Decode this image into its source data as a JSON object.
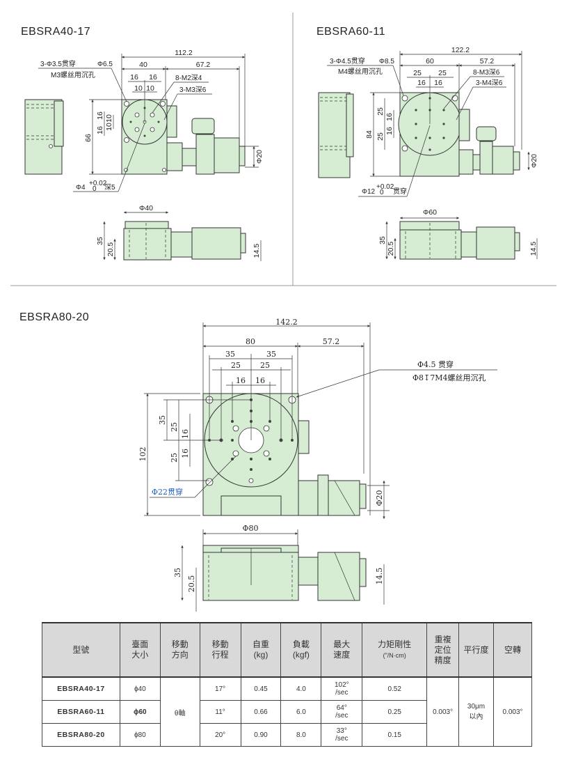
{
  "drawings": [
    {
      "title": "EBSRA40-17",
      "dims": {
        "total": "112.2",
        "width": "40",
        "motor": "67.2",
        "h1": "16",
        "h2": "16",
        "h3": "10",
        "h4": "10",
        "height": "66",
        "v1": "16",
        "v2": "16",
        "v3": "10",
        "v4": "10",
        "shaft": "Φ20",
        "table": "Φ40",
        "side_h": "35",
        "side_h2": "20.5",
        "side_h3": "14.5"
      },
      "notes": {
        "hole1": "3-Φ3.5贯穿",
        "hole1b": "Φ6.5",
        "hole2": "M3螺丝用沉孔",
        "tap1": "8-M2深4",
        "tap2": "3-M3深6",
        "center_a": "Φ4",
        "tol_plus": "+0.02",
        "tol_zero": "0",
        "center_b": "深5"
      }
    },
    {
      "title": "EBSRA60-11",
      "dims": {
        "total": "122.2",
        "width": "60",
        "motor": "57.2",
        "h1": "25",
        "h2": "25",
        "h3": "16",
        "h4": "16",
        "height": "84",
        "v1": "25",
        "v2": "25",
        "v3": "16",
        "v4": "16",
        "shaft": "Φ20",
        "table": "Φ60",
        "side_h": "35",
        "side_h2": "20.5",
        "side_h3": "14.5"
      },
      "notes": {
        "hole1": "3-Φ4.5贯穿",
        "hole1b": "Φ8.5",
        "hole2": "M4螺丝用沉孔",
        "tap1": "8-M3深6",
        "tap2": "3-M4深6",
        "center_a": "Φ12",
        "tol_plus": "+0.02",
        "tol_zero": "0",
        "center_b": "贯穿"
      }
    },
    {
      "title": "EBSRA80-20",
      "dims": {
        "total": "142.2",
        "width": "80",
        "motor": "57.2",
        "h1": "35",
        "h2": "35",
        "h3": "25",
        "h4": "25",
        "h5": "16",
        "h6": "16",
        "height": "102",
        "v1": "35",
        "v2": "25",
        "v3": "16",
        "v4": "16",
        "v5": "25",
        "shaft": "Φ20",
        "table": "Φ80",
        "side_h": "35",
        "side_h2": "20.5",
        "side_h3": "14.5"
      },
      "notes": {
        "hole1": "Φ4.5 贯穿",
        "hole2": "Φ8↧7M4螺丝用沉孔",
        "through": "Φ22贯穿"
      }
    }
  ],
  "colors": {
    "body": "#d6ecd3",
    "header": "#d9d9d9",
    "accent": "#1f5fbf"
  },
  "table": {
    "headers": {
      "model": "型號",
      "size_1": "臺面",
      "size_2": "大小",
      "dir_1": "移動",
      "dir_2": "方向",
      "stroke_1": "移動",
      "stroke_2": "行程",
      "weight_1": "自重",
      "weight_2": "(kg)",
      "load_1": "負載",
      "load_2": "(kgf)",
      "speed_1": "最大",
      "speed_2": "速度",
      "moment_1": "力矩剛性",
      "moment_2": "(\"/N·cm)",
      "repeat_1": "重複",
      "repeat_2": "定位",
      "repeat_3": "精度",
      "parallel": "平行度",
      "backlash": "空轉"
    },
    "rows": [
      {
        "model": "EBSRA40-17",
        "size": "ϕ40",
        "stroke": "17°",
        "weight": "0.45",
        "load": "4.0",
        "speed_1": "102°",
        "speed_2": "/sec",
        "moment": "0.52"
      },
      {
        "model": "EBSRA60-11",
        "size": "ϕ60",
        "stroke": "11°",
        "weight": "0.66",
        "load": "6.0",
        "speed_1": "64°",
        "speed_2": "/sec",
        "moment": "0.25"
      },
      {
        "model": "EBSRA80-20",
        "size": "ϕ80",
        "stroke": "20°",
        "weight": "0.90",
        "load": "8.0",
        "speed_1": "33°",
        "speed_2": "/sec",
        "moment": "0.15"
      }
    ],
    "shared": {
      "direction": "θ軸",
      "repeat": "0.003°",
      "parallel_1": "30μm",
      "parallel_2": "以內",
      "backlash": "0.003°"
    }
  }
}
